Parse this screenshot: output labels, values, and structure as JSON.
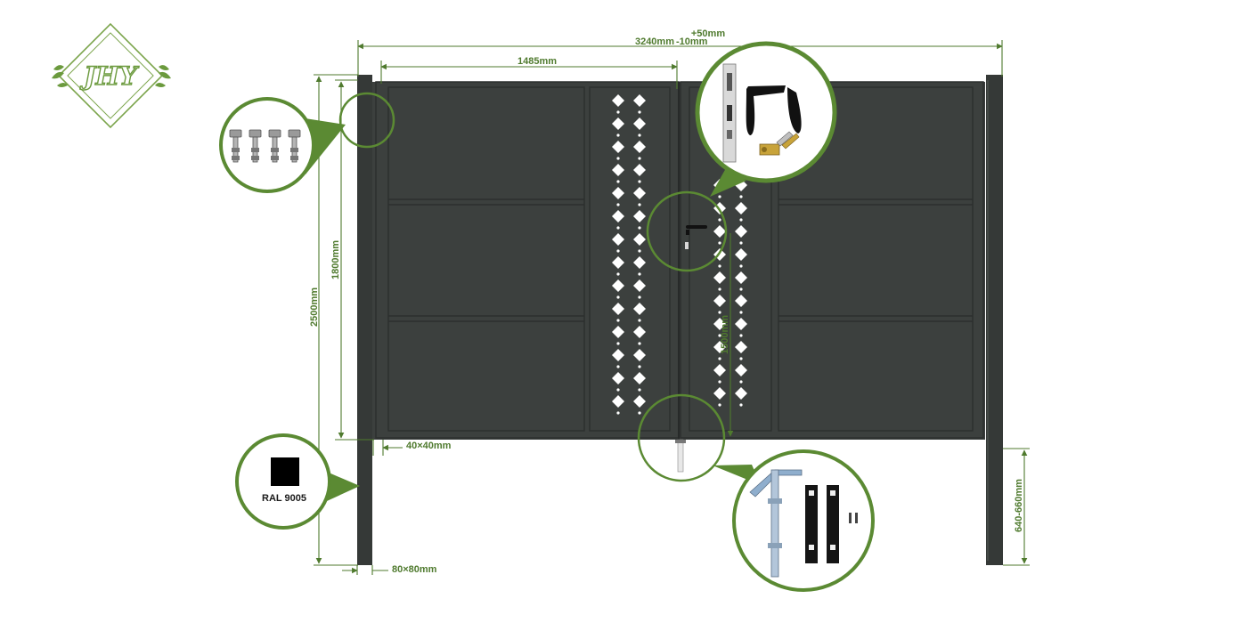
{
  "logo": {
    "text": "JHY"
  },
  "dimensions": {
    "total_width": "3240mm",
    "tolerance_plus": "+50mm",
    "tolerance_minus": "-10mm",
    "leaf_width": "1485mm",
    "post_height": "2500mm",
    "gate_height": "1800mm",
    "inner_height": "1500mm",
    "frame_profile": "40×40mm",
    "post_profile": "80×80mm",
    "ground_depth": "640-660mm"
  },
  "color_swatch": {
    "label": "RAL 9005",
    "hex": "#000000"
  },
  "colors": {
    "accent": "#4f7a2e",
    "gate": "#3c403e",
    "post": "#353937"
  },
  "icons": [
    "hinge-bolts-icon",
    "lock-handle-key-icon",
    "drop-bolt-icon"
  ]
}
